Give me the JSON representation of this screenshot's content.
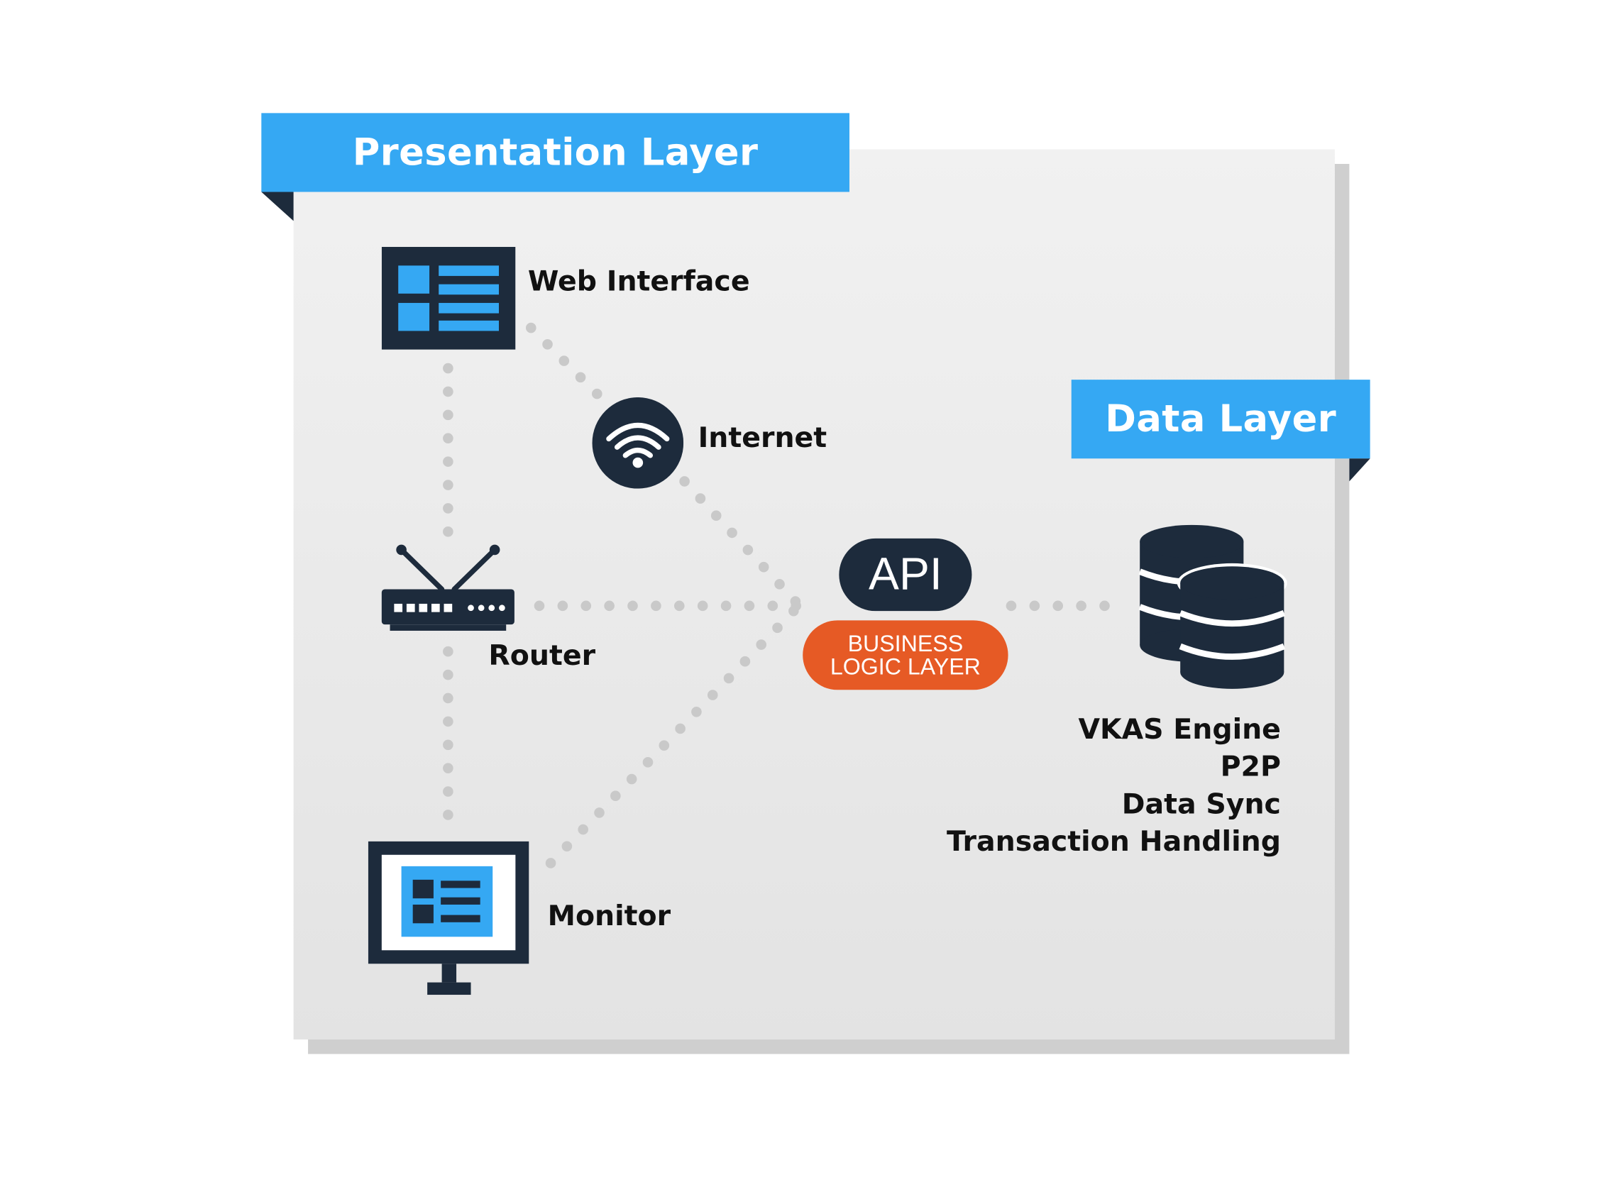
{
  "layers": {
    "presentation": "Presentation Layer",
    "data": "Data Layer"
  },
  "nodes": {
    "web_interface": "Web Interface",
    "internet": "Internet",
    "router": "Router",
    "monitor": "Monitor"
  },
  "api": {
    "label": "API",
    "business_logic_line1": "BUSINESS",
    "business_logic_line2": "LOGIC LAYER"
  },
  "data_layer_items": [
    "VKAS Engine",
    "P2P",
    "Data Sync",
    "Transaction Handling"
  ],
  "colors": {
    "accent_blue": "#35a8f3",
    "navy": "#1d2b3c",
    "orange": "#e65a25",
    "dots": "#c9c9c9"
  },
  "icons": [
    "web-interface-icon",
    "wifi-icon",
    "router-icon",
    "monitor-icon",
    "database-icon"
  ]
}
